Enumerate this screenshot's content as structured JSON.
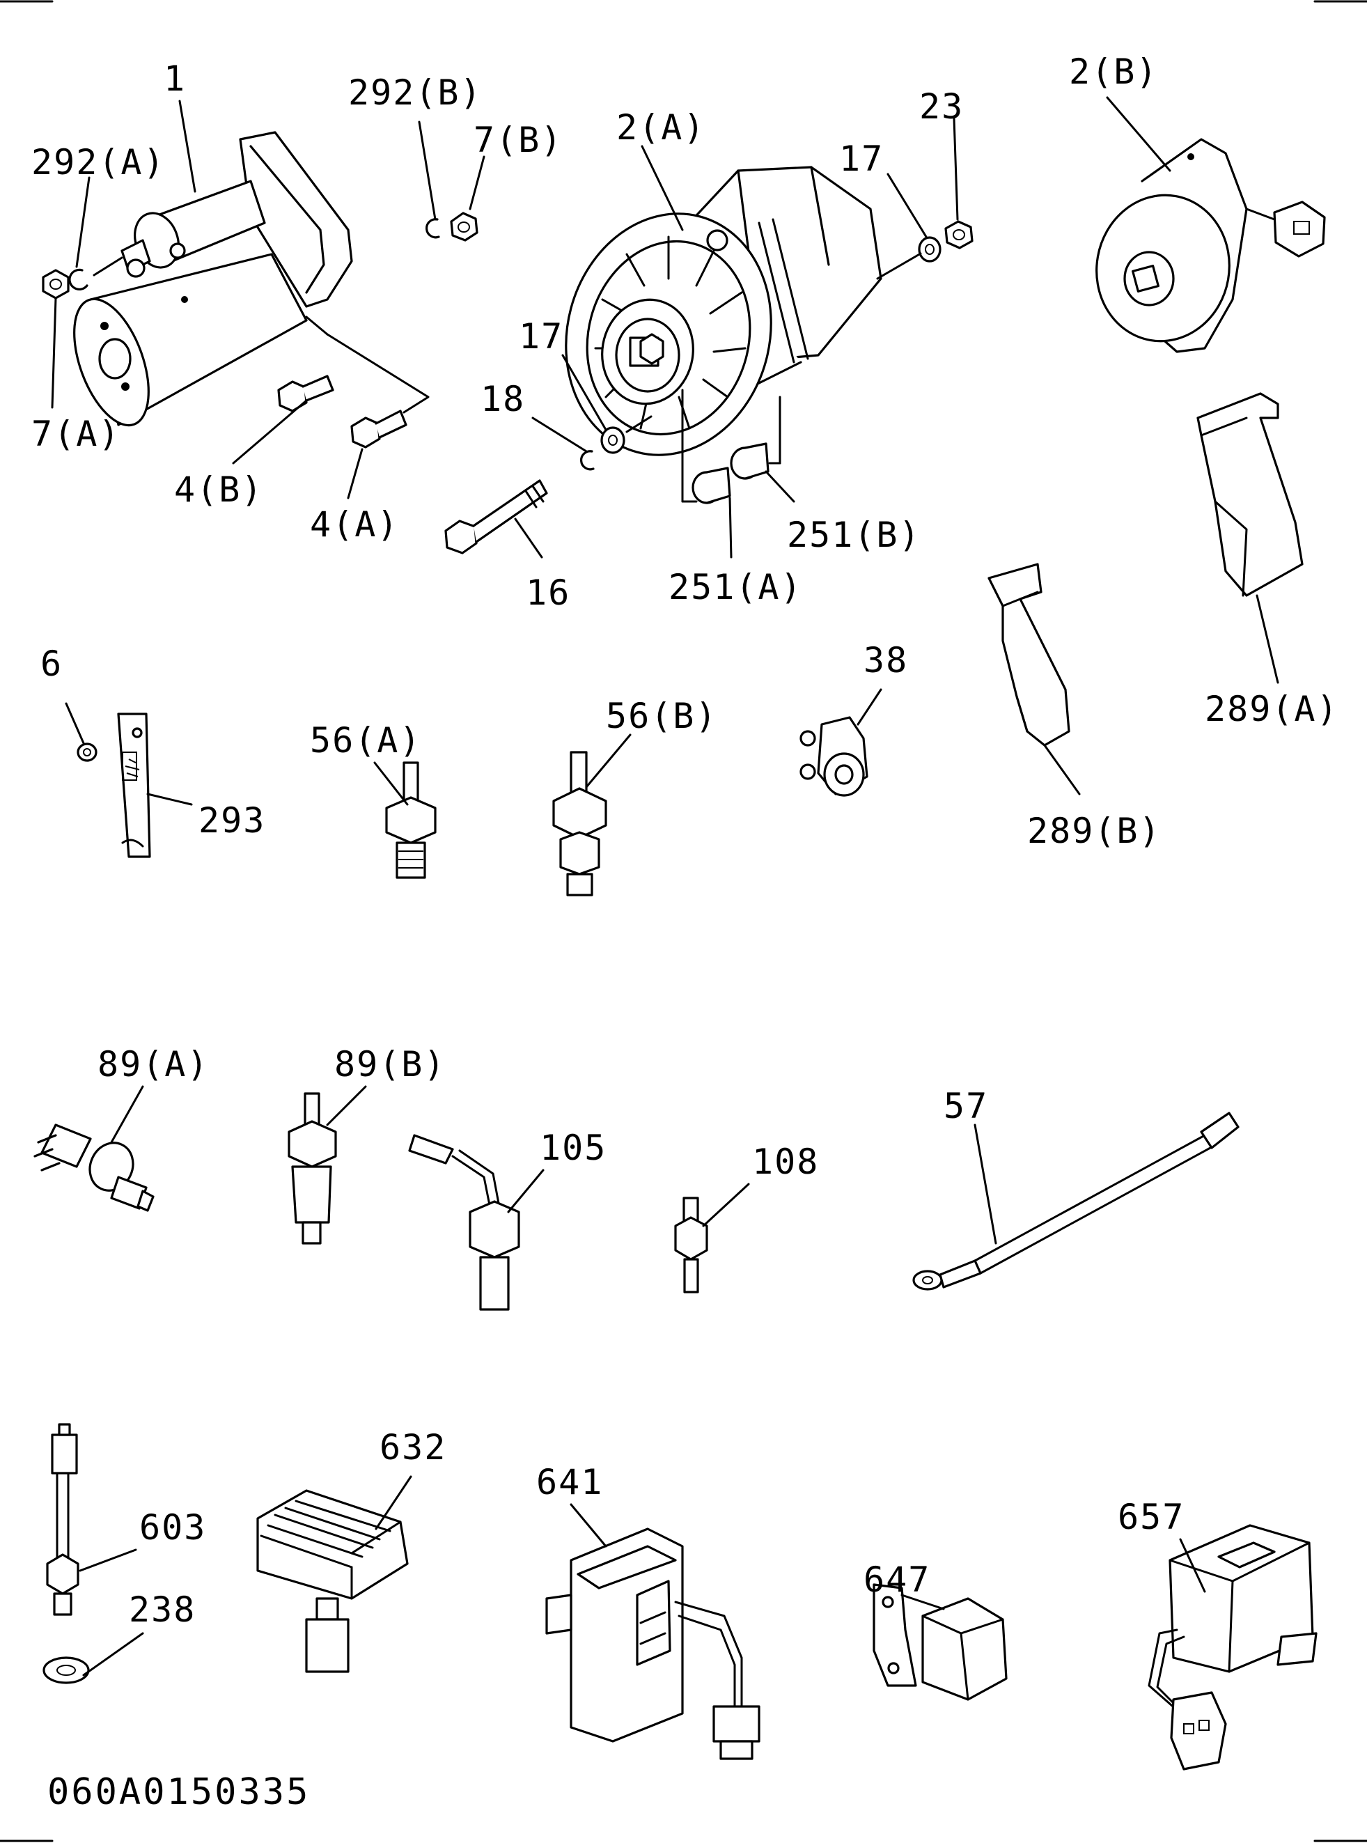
{
  "diagram_id": "060A0150335",
  "callouts": {
    "c1": "1",
    "c292a": "292(A)",
    "c292b": "292(B)",
    "c7b": "7(B)",
    "c2a": "2(A)",
    "c17a": "17",
    "c23": "23",
    "c2b": "2(B)",
    "c7a": "7(A)",
    "c4b": "4(B)",
    "c4a": "4(A)",
    "c17b": "17",
    "c18": "18",
    "c16": "16",
    "c251a": "251(A)",
    "c251b": "251(B)",
    "c6": "6",
    "c293": "293",
    "c56a": "56(A)",
    "c56b": "56(B)",
    "c38": "38",
    "c289b": "289(B)",
    "c289a": "289(A)",
    "c89a": "89(A)",
    "c89b": "89(B)",
    "c105": "105",
    "c108": "108",
    "c57": "57",
    "c603": "603",
    "c238": "238",
    "c632": "632",
    "c641": "641",
    "c647": "647",
    "c657": "657"
  }
}
